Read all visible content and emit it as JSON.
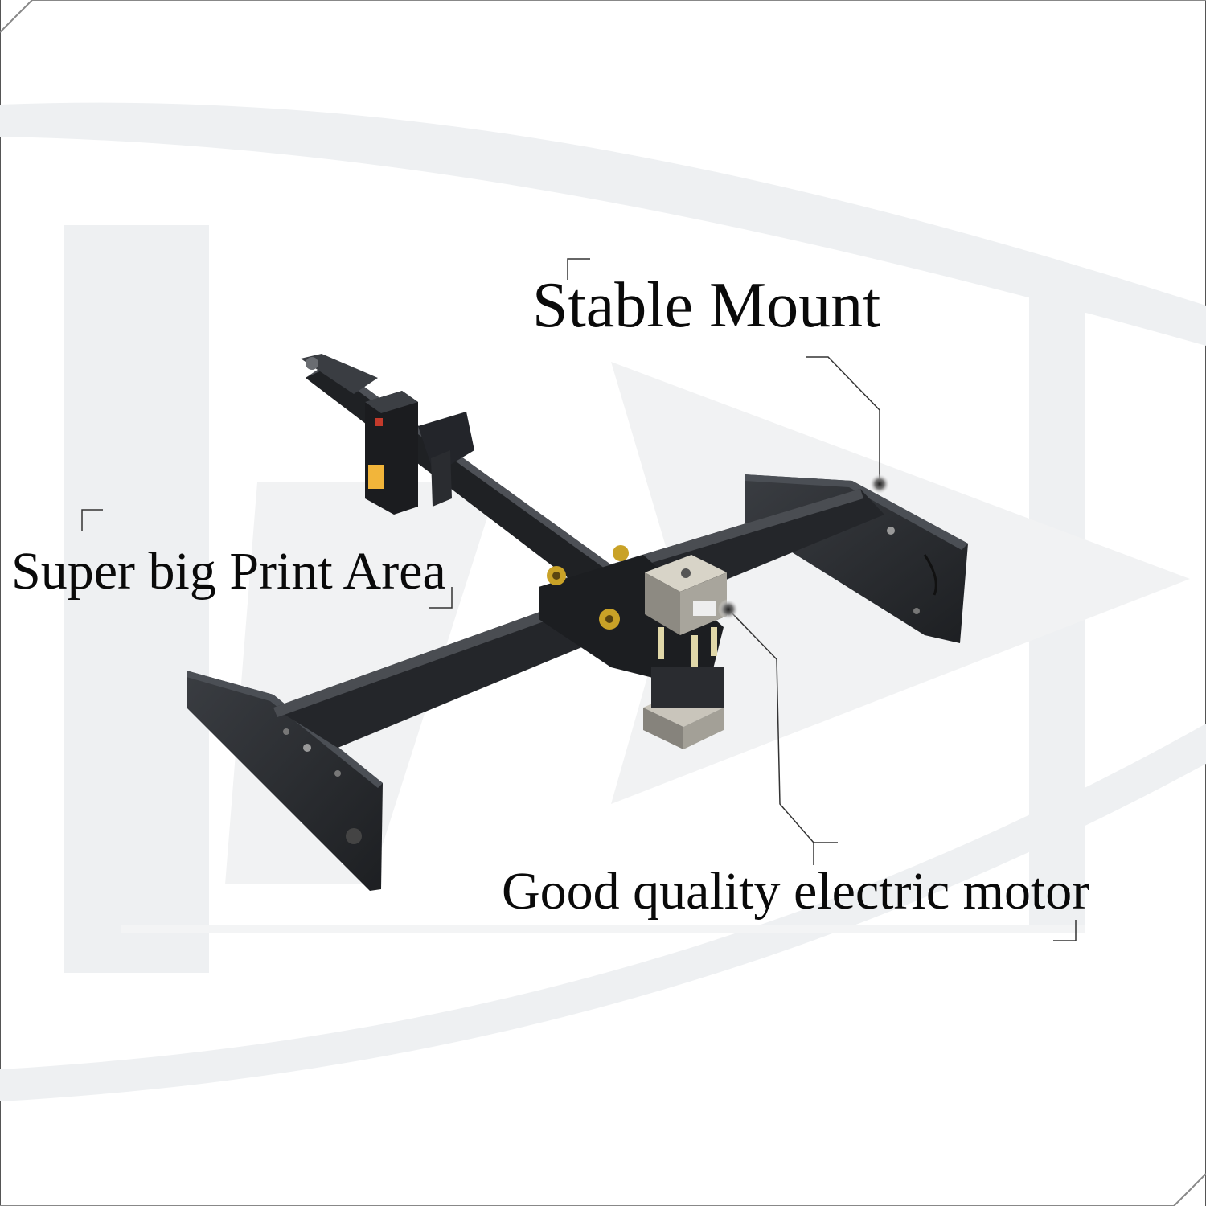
{
  "callouts": {
    "stable_mount": "Stable Mount",
    "print_area": "Super big Print Area",
    "motor": "Good quality electric motor"
  },
  "colors": {
    "background": "#ffffff",
    "watermark": "#eef0f1",
    "frame": "#2b2d30",
    "frame_highlight": "#4a4d52",
    "leader_line": "#333333",
    "brass": "#c9a227"
  }
}
